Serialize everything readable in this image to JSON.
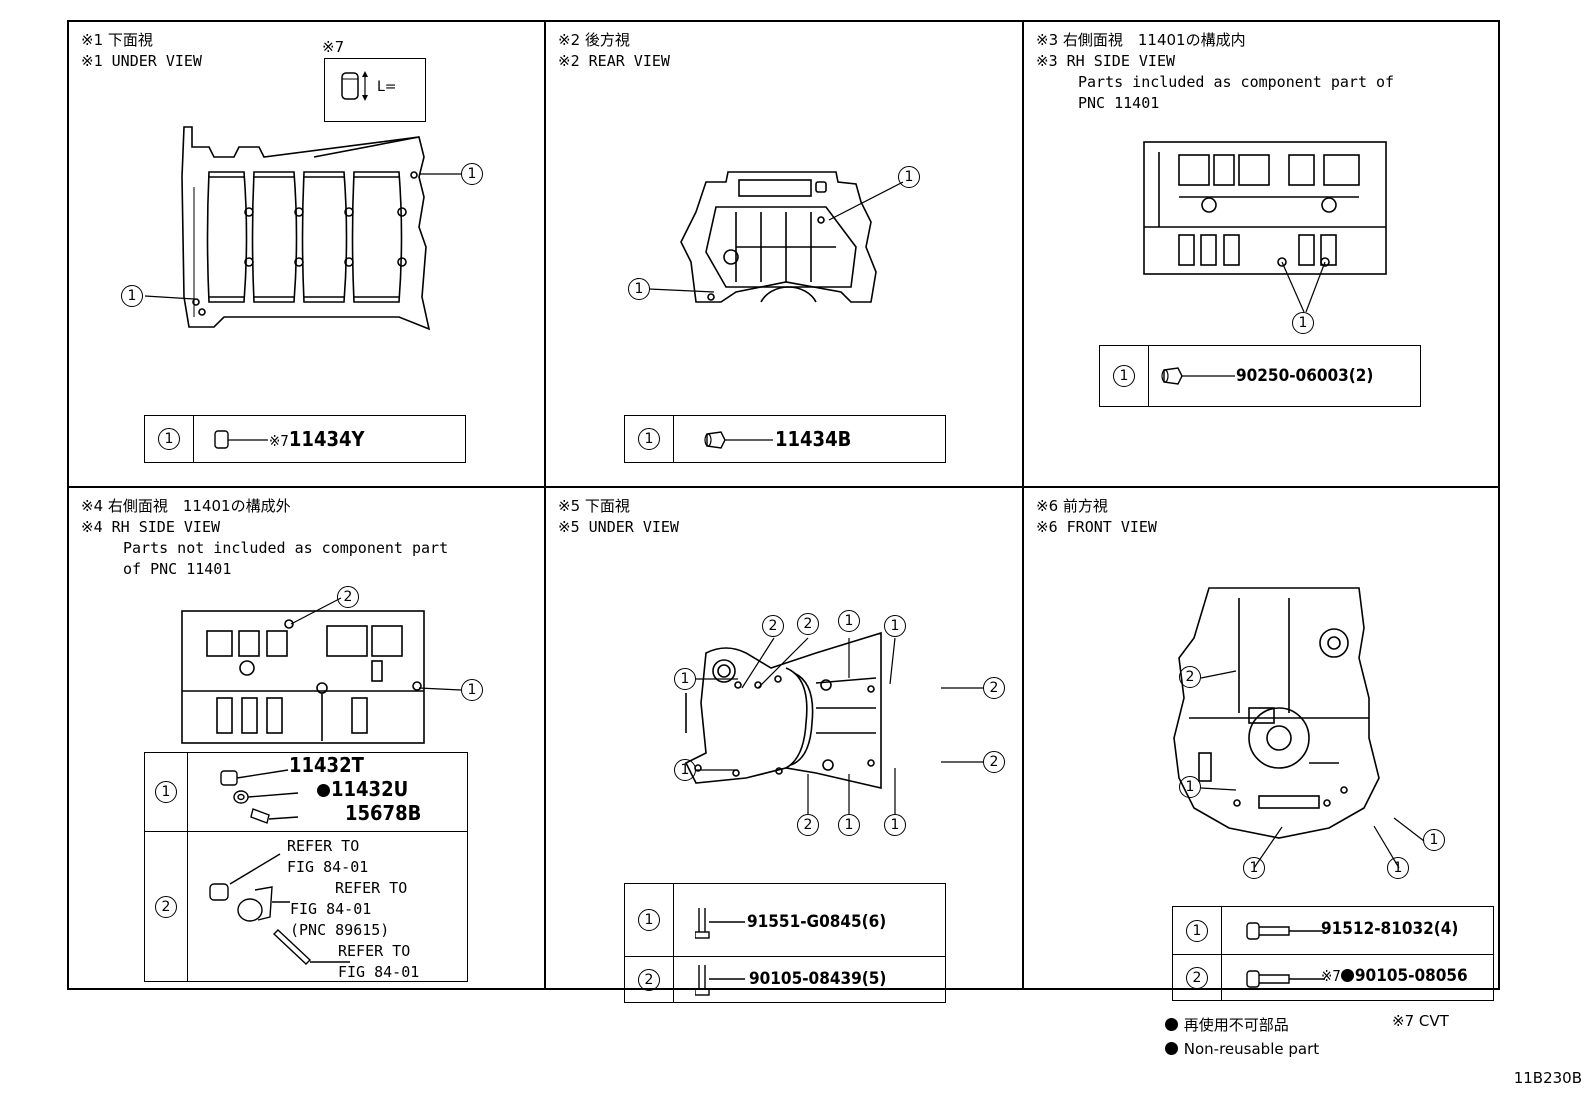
{
  "panels": [
    {
      "id": "p1",
      "title_jp": "※1 下面視",
      "title_en": "※1 UNDER VIEW",
      "subtitle": []
    },
    {
      "id": "p2",
      "title_jp": "※2 後方視",
      "title_en": "※2 REAR VIEW",
      "subtitle": []
    },
    {
      "id": "p3",
      "title_jp": "※3 右側面視　11401の構成内",
      "title_en": "※3 RH SIDE VIEW",
      "subtitle": [
        "Parts included as component part of",
        "PNC 11401"
      ]
    },
    {
      "id": "p4",
      "title_jp": "※4 右側面視　11401の構成外",
      "title_en": "※4 RH SIDE VIEW",
      "subtitle": [
        "Parts not included as component part",
        "of PNC 11401"
      ]
    },
    {
      "id": "p5",
      "title_jp": "※5 下面視",
      "title_en": "※5 UNDER VIEW",
      "subtitle": []
    },
    {
      "id": "p6",
      "title_jp": "※6 前方視",
      "title_en": "※6 FRONT VIEW",
      "subtitle": []
    }
  ],
  "callout_nums": {
    "one": "1",
    "two": "2"
  },
  "note7": {
    "label": "※7",
    "dim": "L="
  },
  "tables": {
    "p1": {
      "note": "※7",
      "part": "11434Y"
    },
    "p2": {
      "part": "11434B"
    },
    "p3": {
      "part": "90250-06003(2)"
    },
    "p4": {
      "row1": [
        "11432T",
        "11432U",
        "15678B"
      ],
      "row2": [
        {
          "line1": "REFER TO",
          "line2": "FIG 84-01"
        },
        {
          "line1": "REFER TO",
          "line2": "FIG 84-01",
          "line3": "(PNC 89615)"
        },
        {
          "line1": "REFER TO",
          "line2": "FIG 84-01"
        }
      ]
    },
    "p5": {
      "row1": "91551-G0845(6)",
      "row2": "90105-08439(5)"
    },
    "p6": {
      "row1": "91512-81032(4)",
      "row2_note": "※7",
      "row2": "90105-08056"
    }
  },
  "legend": {
    "jp": "再使用不可部品",
    "en": "Non-reusable part",
    "note": "※7 CVT"
  },
  "figure_id": "11B230B",
  "colors": {
    "ink": "#000000",
    "paper": "#ffffff"
  }
}
